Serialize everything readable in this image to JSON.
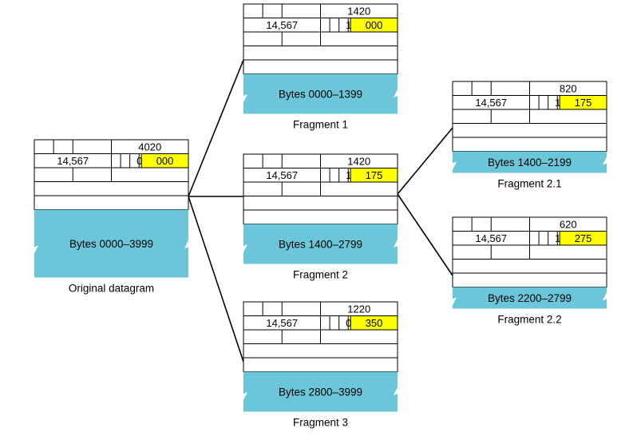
{
  "colors": {
    "offset_highlight": "#ffff00",
    "payload": "#6cc6d9",
    "border": "#000000"
  },
  "original": {
    "total_length": "4020",
    "identification": "14,567",
    "more_fragments": "0",
    "offset": "000",
    "payload": "Bytes 0000–3999",
    "caption": "Original datagram"
  },
  "fragments": [
    {
      "total_length": "1420",
      "identification": "14,567",
      "more_fragments": "1",
      "offset": "000",
      "payload": "Bytes 0000–1399",
      "caption": "Fragment 1"
    },
    {
      "total_length": "1420",
      "identification": "14,567",
      "more_fragments": "1",
      "offset": "175",
      "payload": "Bytes 1400–2799",
      "caption": "Fragment 2"
    },
    {
      "total_length": "1220",
      "identification": "14,567",
      "more_fragments": "0",
      "offset": "350",
      "payload": "Bytes 2800–3999",
      "caption": "Fragment 3"
    },
    {
      "total_length": "820",
      "identification": "14,567",
      "more_fragments": "1",
      "offset": "175",
      "payload": "Bytes 1400–2199",
      "caption": "Fragment 2.1"
    },
    {
      "total_length": "620",
      "identification": "14,567",
      "more_fragments": "1",
      "offset": "275",
      "payload": "Bytes 2200–2799",
      "caption": "Fragment 2.2"
    }
  ]
}
